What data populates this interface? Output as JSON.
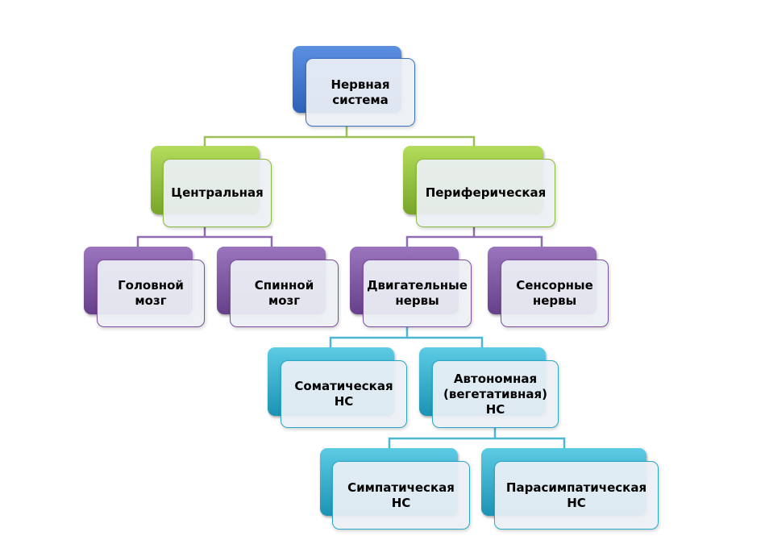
{
  "diagram": {
    "colors": {
      "level1": "#3a6fc4",
      "level2": "#8bbb3a",
      "level3": "#7b4f9e",
      "level4": "#2aa7c6"
    },
    "nodes": {
      "root": "Нервная\nсистема",
      "central": "Центральная",
      "peripheral": "Периферическая",
      "brain": "Головной\nмозг",
      "spinal": "Спинной\nмозг",
      "motor": "Двигательные\nнервы",
      "sensory": "Сенсорные\nнервы",
      "somatic": "Соматическая\nНС",
      "autonomic": "Автономная\n(вегетативная)\nНС",
      "sympathetic": "Симпатическая\nНС",
      "parasympathetic": "Парасимпатическая\nНС"
    }
  }
}
